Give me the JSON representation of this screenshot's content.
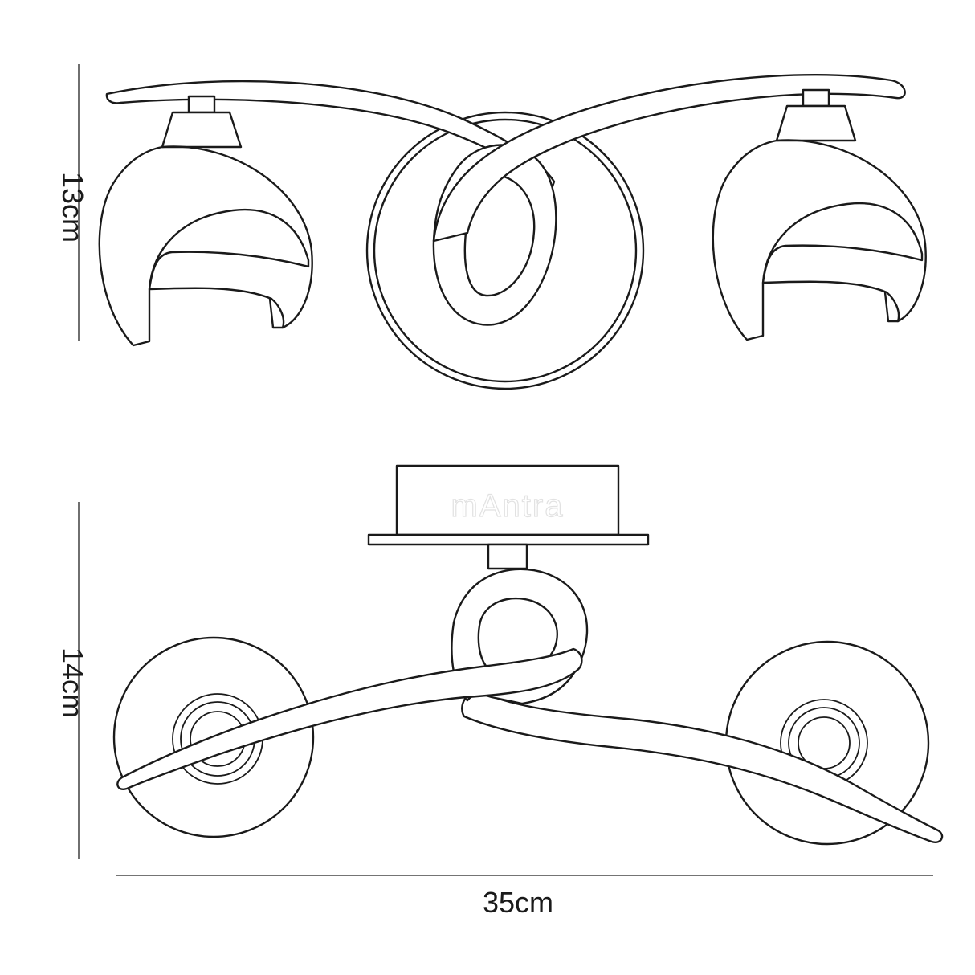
{
  "dimensions": {
    "height_front": "13cm",
    "height_top": "14cm",
    "width": "35cm"
  },
  "base_logo": "mAntra",
  "colors": {
    "line": "#1a1a1a",
    "background": "#ffffff"
  }
}
